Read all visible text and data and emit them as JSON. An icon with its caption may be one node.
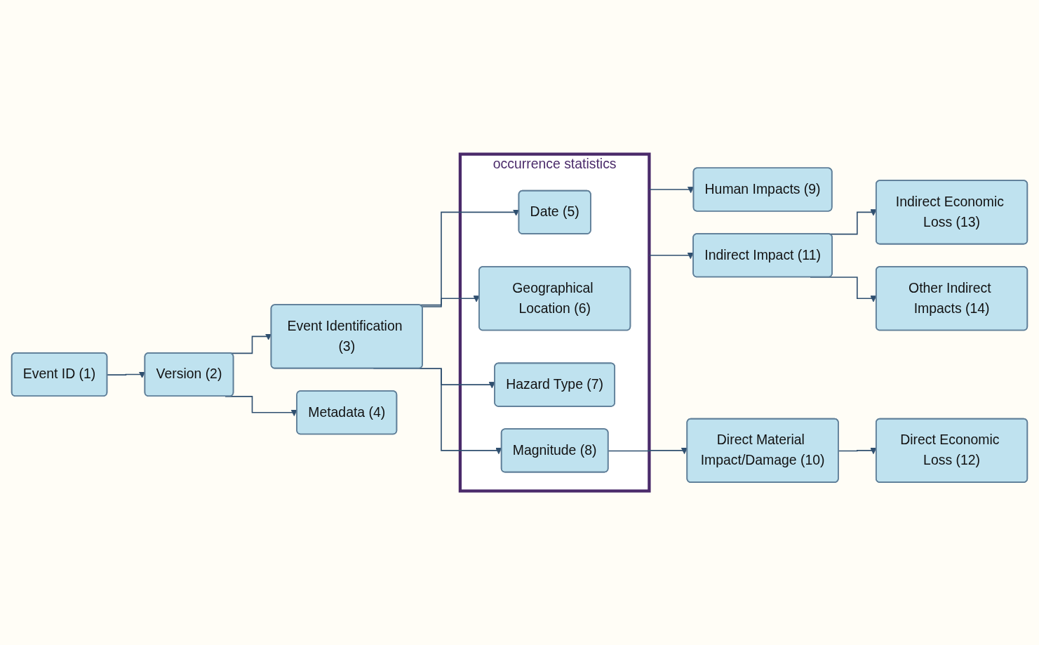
{
  "diagram": {
    "nodes": [
      {
        "text": [
          "Event ID (1)"
        ]
      },
      {
        "text": [
          "Version (2)"
        ]
      },
      {
        "text": [
          "Event Identification (3)"
        ]
      },
      {
        "text": [
          "Metadata (4)"
        ]
      },
      {
        "text": [
          "occurrence statistics"
        ]
      },
      {
        "text": [
          "Date (5)"
        ],
        "in": 4
      },
      {
        "text": [
          "Geographical Location (6)"
        ],
        "in": 4
      },
      {
        "text": [
          "Hazard Type (7)"
        ],
        "in": 4
      },
      {
        "text": [
          "Magnitude (8)"
        ],
        "in": 4
      },
      {
        "text": [
          "Human Impacts (9)"
        ]
      },
      {
        "text": [
          "Direct Material Impact/Damage (10)"
        ]
      },
      {
        "text": [
          "Indirect Impact (11)"
        ]
      },
      {
        "text": [
          "Direct Economic Loss (12)"
        ]
      },
      {
        "text": [
          "Indirect Economic Loss (13)"
        ]
      },
      {
        "text": [
          "Other Indirect Impacts (14)"
        ]
      }
    ],
    "edges": [
      {
        "from": 0,
        "to": 1,
        "arrow": "to"
      },
      {
        "from": 1,
        "to": 2,
        "arrow": "to"
      },
      {
        "from": 1,
        "to": 3,
        "arrow": "to"
      },
      {
        "from": 2,
        "to": 5,
        "arrow": "to"
      },
      {
        "from": 2,
        "to": 6,
        "arrow": "to"
      },
      {
        "from": 2,
        "to": 7,
        "arrow": "to"
      },
      {
        "from": 2,
        "to": 8,
        "arrow": "to"
      },
      {
        "from": 4,
        "to": 9,
        "arrow": "to"
      },
      {
        "from": 8,
        "to": 10,
        "arrow": "to"
      },
      {
        "from": 4,
        "to": 11,
        "arrow": "to"
      },
      {
        "from": 10,
        "to": 12,
        "arrow": "to"
      },
      {
        "from": 11,
        "to": 13,
        "arrow": "to"
      },
      {
        "from": 11,
        "to": 14,
        "arrow": "to"
      }
    ]
  }
}
